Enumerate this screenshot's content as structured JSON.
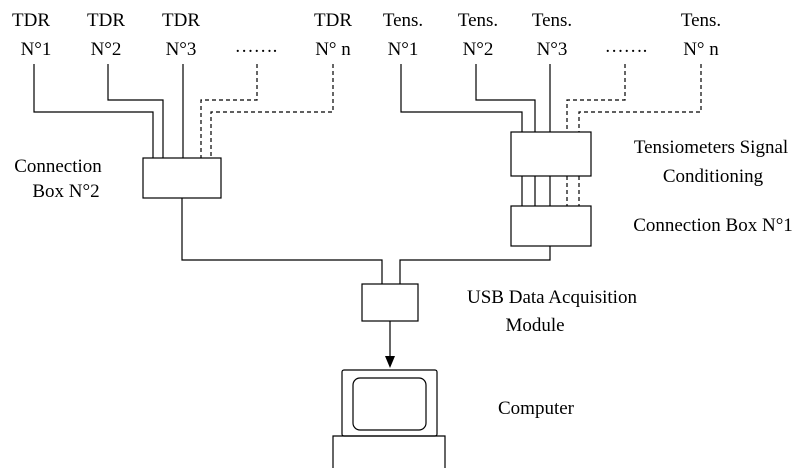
{
  "tdr_sensors": {
    "sensor_1": [
      "TDR",
      "N°1"
    ],
    "sensor_2": [
      "TDR",
      "N°2"
    ],
    "sensor_3": [
      "TDR",
      "N°3"
    ],
    "ellipsis": "…….",
    "sensor_n": [
      "TDR",
      "N° n"
    ]
  },
  "tensiometers": {
    "sensor_1": [
      "Tens.",
      "N°1"
    ],
    "sensor_2": [
      "Tens.",
      "N°2"
    ],
    "sensor_3": [
      "Tens.",
      "N°3"
    ],
    "ellipsis": "…….",
    "sensor_n": [
      "Tens.",
      "N° n"
    ]
  },
  "boxes": {
    "connection_box_2": [
      "Connection",
      "Box N°2"
    ],
    "signal_conditioning": [
      "Tensiometers Signal",
      "Conditioning"
    ],
    "connection_box_1": "Connection Box N°1",
    "usb_module": [
      "USB Data Acquisition",
      "Module"
    ],
    "computer": "Computer"
  }
}
